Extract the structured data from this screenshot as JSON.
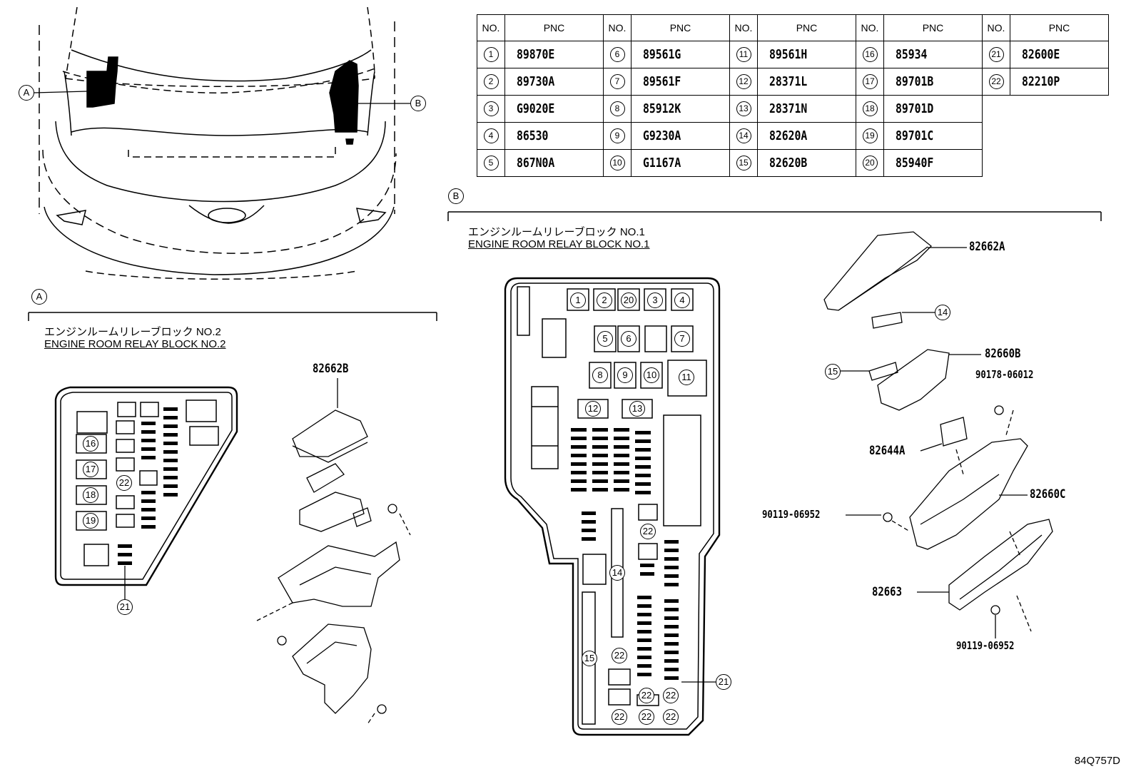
{
  "table": {
    "header_no": "NO.",
    "header_pnc": "PNC",
    "rows": [
      [
        {
          "no": "1",
          "pnc": "89870E"
        },
        {
          "no": "6",
          "pnc": "89561G"
        },
        {
          "no": "11",
          "pnc": "89561H"
        },
        {
          "no": "16",
          "pnc": "85934"
        },
        {
          "no": "21",
          "pnc": "82600E"
        }
      ],
      [
        {
          "no": "2",
          "pnc": "89730A"
        },
        {
          "no": "7",
          "pnc": "89561F"
        },
        {
          "no": "12",
          "pnc": "28371L"
        },
        {
          "no": "17",
          "pnc": "89701B"
        },
        {
          "no": "22",
          "pnc": "82210P"
        }
      ],
      [
        {
          "no": "3",
          "pnc": "G9020E"
        },
        {
          "no": "8",
          "pnc": "85912K"
        },
        {
          "no": "13",
          "pnc": "28371N"
        },
        {
          "no": "18",
          "pnc": "89701D"
        }
      ],
      [
        {
          "no": "4",
          "pnc": "86530"
        },
        {
          "no": "9",
          "pnc": "G9230A"
        },
        {
          "no": "14",
          "pnc": "82620A"
        },
        {
          "no": "19",
          "pnc": "89701C"
        }
      ],
      [
        {
          "no": "5",
          "pnc": "867N0A"
        },
        {
          "no": "10",
          "pnc": "G1167A"
        },
        {
          "no": "15",
          "pnc": "82620B"
        },
        {
          "no": "20",
          "pnc": "85940F"
        }
      ]
    ]
  },
  "callouts": {
    "a": "A",
    "b": "B"
  },
  "section_a": {
    "title_jp": "エンジンルームリレーブロック NO.2",
    "title_en": "ENGINE ROOM RELAY BLOCK NO.2",
    "part_cover": "82662B",
    "positions": [
      "16",
      "17",
      "18",
      "19",
      "22",
      "21"
    ]
  },
  "section_b": {
    "title_jp": "エンジンルームリレーブロック NO.1",
    "title_en": "ENGINE ROOM RELAY BLOCK NO.1",
    "positions": [
      "1",
      "2",
      "20",
      "3",
      "4",
      "5",
      "6",
      "7",
      "8",
      "9",
      "10",
      "11",
      "12",
      "13",
      "22",
      "14",
      "15",
      "22",
      "22",
      "22",
      "22",
      "22",
      "22",
      "21"
    ],
    "parts": {
      "cover": "82662A",
      "item14": "14",
      "block_b": "82660B",
      "item15": "15",
      "bolt1": "90178-06012",
      "module": "82644A",
      "block_c": "82660C",
      "bolt2": "90119-06952",
      "bracket": "82663",
      "bolt3": "90119-06952"
    }
  },
  "doc_id": "84Q757D"
}
